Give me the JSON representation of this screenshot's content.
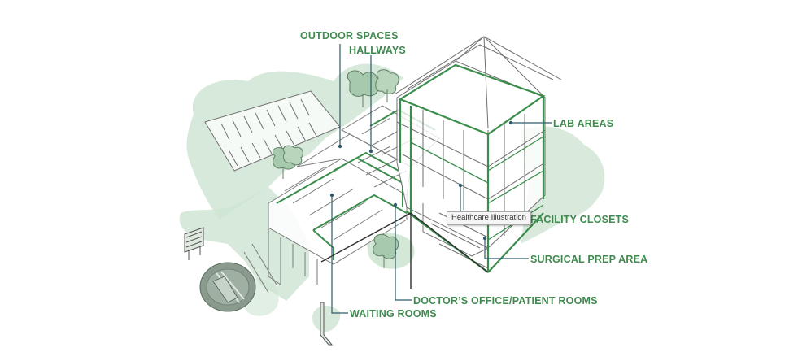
{
  "colors": {
    "label_green": "#3f8a4f",
    "structure_green": "#3b8d4b",
    "wash_green": "#cfe5d3",
    "sketch_gray": "#6f6f6f",
    "leader_blue": "#2f5b6a"
  },
  "labels": {
    "outdoor_spaces": "OUTDOOR SPACES",
    "hallways": "HALLWAYS",
    "lab_areas": "LAB AREAS",
    "facility_closets": "FACILITY CLOSETS",
    "surgical_prep_area": "SURGICAL PREP AREA",
    "doctors_office_patient_rooms": "DOCTOR’S OFFICE/PATIENT ROOMS",
    "waiting_rooms": "WAITING ROOMS"
  },
  "tooltip": {
    "text": "Healthcare Illustration"
  },
  "icons": {
    "trees": "tree-icon",
    "sign": "signboard-icon",
    "compass": "compass-emblem-icon"
  }
}
